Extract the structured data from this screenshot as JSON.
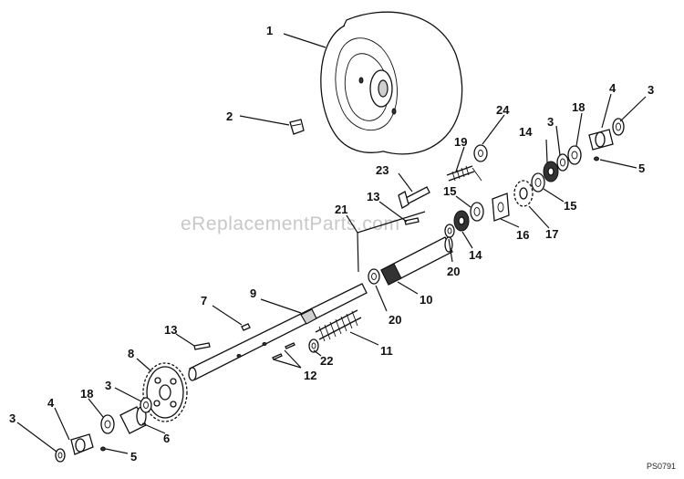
{
  "watermark": "eReplacementParts.com",
  "figure_code": "PS0791",
  "callouts": [
    {
      "id": "c1",
      "label": "1"
    },
    {
      "id": "c2",
      "label": "2"
    },
    {
      "id": "c3a",
      "label": "3"
    },
    {
      "id": "c3b",
      "label": "3"
    },
    {
      "id": "c3c",
      "label": "3"
    },
    {
      "id": "c3d",
      "label": "3"
    },
    {
      "id": "c4a",
      "label": "4"
    },
    {
      "id": "c4b",
      "label": "4"
    },
    {
      "id": "c5a",
      "label": "5"
    },
    {
      "id": "c5b",
      "label": "5"
    },
    {
      "id": "c6",
      "label": "6"
    },
    {
      "id": "c7",
      "label": "7"
    },
    {
      "id": "c8",
      "label": "8"
    },
    {
      "id": "c9",
      "label": "9"
    },
    {
      "id": "c10",
      "label": "10"
    },
    {
      "id": "c11",
      "label": "11"
    },
    {
      "id": "c12",
      "label": "12"
    },
    {
      "id": "c13a",
      "label": "13"
    },
    {
      "id": "c13b",
      "label": "13"
    },
    {
      "id": "c14a",
      "label": "14"
    },
    {
      "id": "c14b",
      "label": "14"
    },
    {
      "id": "c15a",
      "label": "15"
    },
    {
      "id": "c15b",
      "label": "15"
    },
    {
      "id": "c16",
      "label": "16"
    },
    {
      "id": "c17",
      "label": "17"
    },
    {
      "id": "c18a",
      "label": "18"
    },
    {
      "id": "c18b",
      "label": "18"
    },
    {
      "id": "c19",
      "label": "19"
    },
    {
      "id": "c20a",
      "label": "20"
    },
    {
      "id": "c20b",
      "label": "20"
    },
    {
      "id": "c21",
      "label": "21"
    },
    {
      "id": "c22",
      "label": "22"
    },
    {
      "id": "c23",
      "label": "23"
    },
    {
      "id": "c24",
      "label": "24"
    }
  ]
}
